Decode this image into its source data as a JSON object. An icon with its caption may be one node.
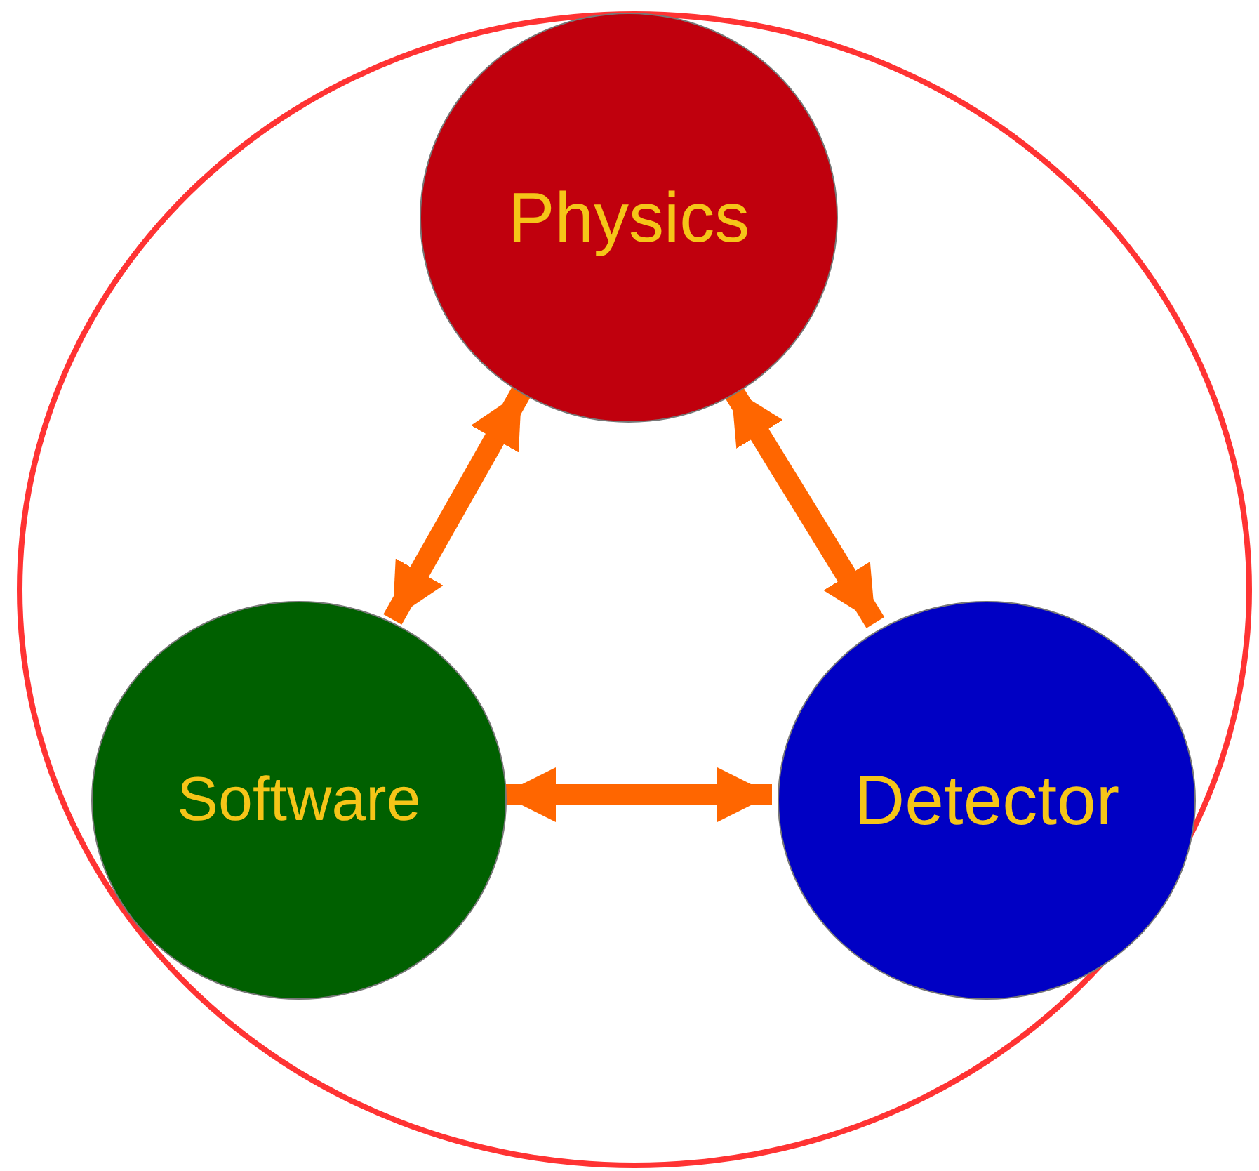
{
  "diagram": {
    "nodes": [
      {
        "text": [],
        "shape": "circle"
      },
      {
        "text": [
          "Physics"
        ],
        "in": 0
      },
      {
        "text": [
          "Software"
        ],
        "in": 0
      },
      {
        "text": [
          "Detector"
        ],
        "in": 0
      }
    ],
    "edges": [
      {
        "from": 1,
        "to": 2,
        "arrow": "both"
      },
      {
        "from": 1,
        "to": 3,
        "arrow": "both"
      },
      {
        "from": 2,
        "to": 3,
        "arrow": "both"
      }
    ]
  }
}
